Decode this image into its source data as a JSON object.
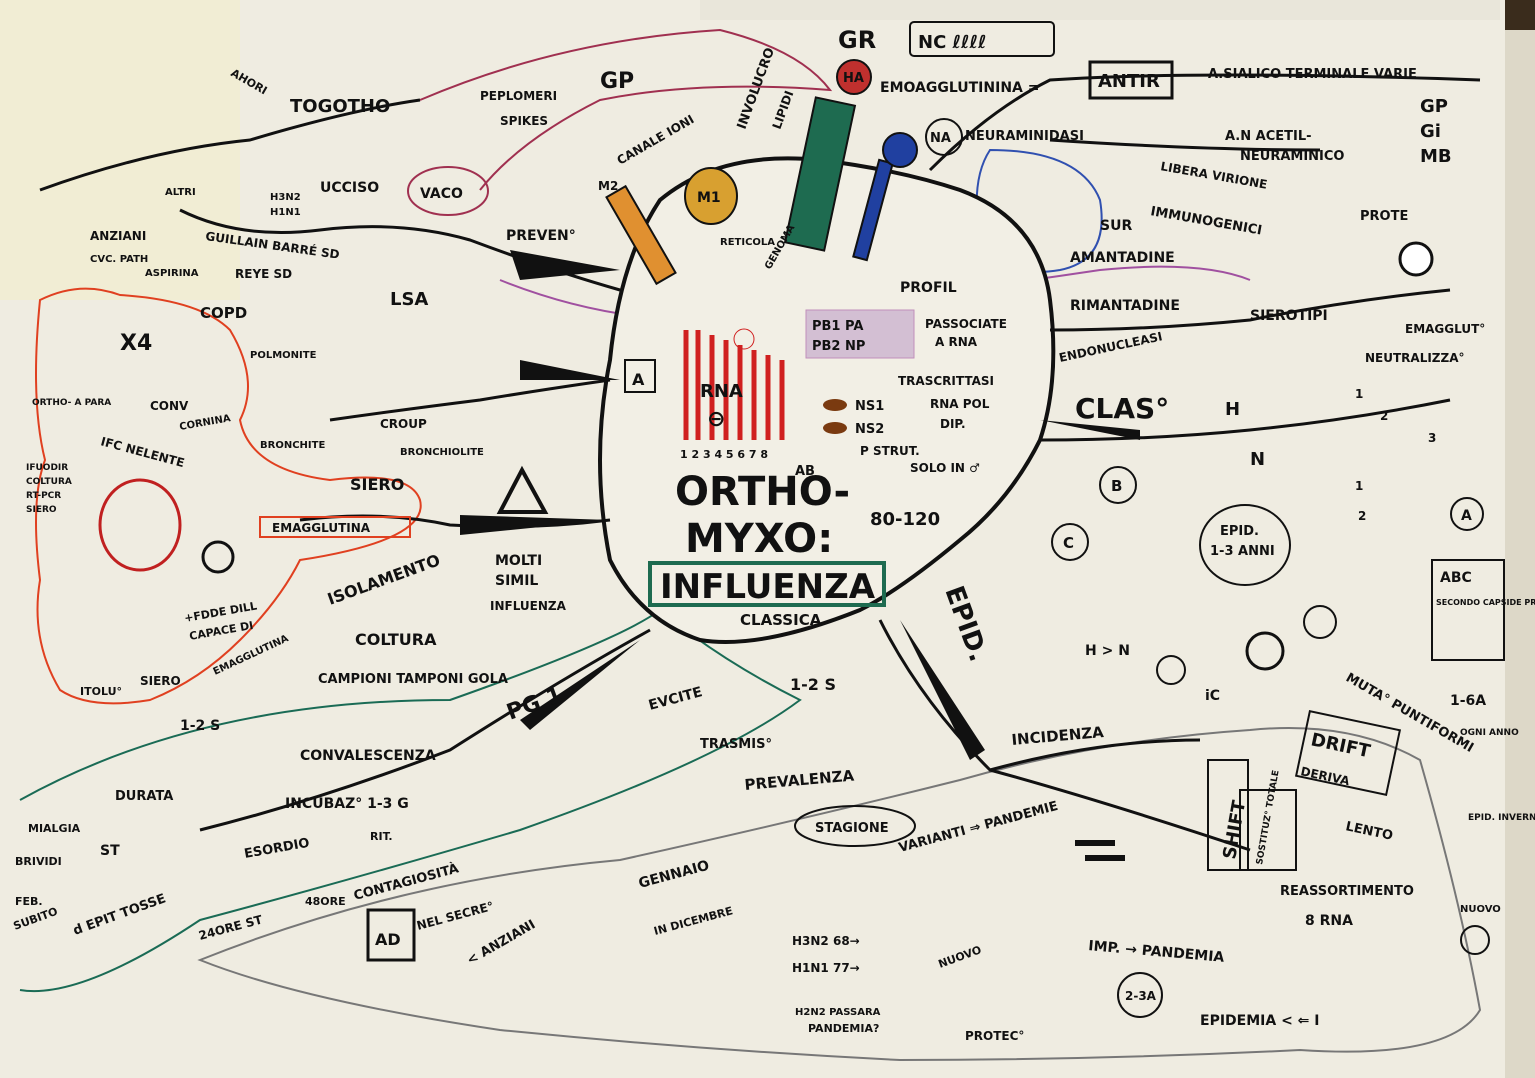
{
  "center": {
    "line1": "ORTHO-",
    "line2": "MYXO:",
    "box": "INFLUENZA",
    "sub": "CLASSICA",
    "size": "80-120"
  },
  "core": {
    "m1": "M1",
    "rna": "RNA",
    "theta": "⊖",
    "ha": "HA",
    "na": "NA",
    "gr": "GR",
    "profil": "PROFIL",
    "pb1": "PB1 PA",
    "pb2": "PB2 NP",
    "associate": "PASSOCIATE",
    "a_rna": "A RNA",
    "ns1": "NS1",
    "ns2": "NS2",
    "p_strut": "P STRUT.",
    "solo": "SOLO IN ♂",
    "trasc": "TRASCRITTASI",
    "rna_pol": "RNA POL",
    "dip": "DIP.",
    "endonucl": "ENDONUCLEASI",
    "a_box": "A",
    "ab": "AB",
    "nums": "1 2 3 4 5 6 7 8",
    "lipidi": "LIPIDI",
    "involucro": "INVOLUCRO",
    "canale": "CANALE IONI",
    "m2": "M2",
    "genoma": "GENOMA",
    "retin": "RETICOLA"
  },
  "top": {
    "nc": "NC ℓℓℓℓ",
    "emoagg": "EMOAGGLUTININA =",
    "antir": "ANTIR",
    "asialico": "A.SIALICO TERMINALE VARIE",
    "gp": "GP",
    "gi": "Gi",
    "mb": "MB",
    "neuram": "NEURAMINIDASI",
    "acetil": "A.N ACETIL-",
    "neuraminico": "NEURAMINICO",
    "libera": "LIBERA VIRIONE",
    "immuno": "IMMUNOGENICI",
    "sur": "SUR",
    "amant": "AMANTADINE",
    "rimant": "RIMANTADINE",
    "sierotipi": "SIEROTIPI",
    "prote": "PROTE",
    "emagglut": "EMAGGLUT°",
    "neutraliz": "NEUTRALIZZA°"
  },
  "left": {
    "ahori": "AHORI",
    "togotho": "TOGOTHO",
    "peplomeri": "PEPLOMERI",
    "gp2": "GP",
    "spikes": "SPIKES",
    "ucciso": "UCCISO",
    "vaco": "VACO",
    "h3n2": "H3N2",
    "h1n1": "H1N1",
    "prevent": "PREVEN°",
    "anziani": "ANZIANI",
    "altri": "ALTRI",
    "guillain": "GUILLAIN BARRÉ SD",
    "cardiopath": "CVC. PATH",
    "aspirina": "ASPIRINA",
    "reye": "REYE SD",
    "lsa": "LSA",
    "copd": "COPD",
    "polmonite": "POLMONITE",
    "x4": "X4",
    "conv": "CONV",
    "ifc": "IFC NELENTE",
    "cornina": "CORNINA",
    "orthoapara": "ORTHO- A PARA",
    "ifuodir": "IFUODIR",
    "coltura": "COLTURA",
    "rtpcr": "RT-PCR",
    "siero": "SIERO",
    "bronchite": "BRONCHITE",
    "croup": "CROUP",
    "bronchiolite": "BRONCHIOLITE",
    "sierot": "SIERO",
    "emagglutina": "EMAGGLUTINA",
    "isolamento": "ISOLAMENTO",
    "molti": "MOLTI",
    "simil": "SIMIL",
    "influenza2": "INFLUENZA",
    "coltura2": "COLTURA",
    "campioni": "CAMPIONI TAMPONI GOLA",
    "capace": "CAPACE DI",
    "fdde": "+FDDE DILL",
    "itolu": "ITOLU°",
    "siero2": "SIERO",
    "emagglutina2": "EMAGGLUTINA"
  },
  "bottom": {
    "pg": "PG 1",
    "evcite": "EVCITE",
    "r125": "1-2 S",
    "r125b": "1-2 S",
    "convalescenza": "CONVALESCENZA",
    "durata": "DURATA",
    "incubaz": "INCUBAZ° 1-3 G",
    "mialgia": "MIALGIA",
    "brividi": "BRIVIDI",
    "febbre": "FEB.",
    "subito": "SUBITO",
    "st": "ST",
    "esordio": "ESORDIO",
    "rit": "RIT.",
    "tosse": "d EPIT TOSSE",
    "ore": "24ORE ST",
    "ore48": "48ORE",
    "contagiosita": "CONTAGIOSITÀ",
    "ad": "AD",
    "nel": "NEL SECRE°",
    "anziani": "< ANZIANI",
    "trasmis": "TRASMIS°",
    "prevalenza": "PREVALENZA",
    "stagione": "STAGIONE",
    "gennaio": "GENNAIO",
    "dicembre": "IN DICEMBRE",
    "varianti": "VARIANTI ⇒ PANDEMIE",
    "h3n2": "H3N2 68→",
    "h1n1": "H1N1 77→",
    "h2n2": "H2N2 PASSARA",
    "pandemia": "PANDEMIA?",
    "nuovo": "NUOVO",
    "protec": "PROTEC°",
    "incidenza": "INCIDENZA",
    "epid": "EPID.",
    "ic": "iC",
    "mutapunt": "MUTA° PUNTIFORMI",
    "drift": "DRIFT",
    "deriva": "DERIVA",
    "lento": "LENTO",
    "shift": "SHIFT",
    "sostituz": "SOSTITUZ° TOTALE",
    "riassort": "REASSORTIMENTO",
    "rna8": "8 RNA",
    "nuovo2": "NUOVO",
    "imp": "IMP. → PANDEMIA",
    "epidemia": "EPIDEMIA < ⇐ I",
    "anni23": "2-3A",
    "hn": "H > N",
    "g16": "1-6A",
    "ogni": "OGNI ANNO",
    "epidinvern": "EPID. INVERN"
  },
  "right": {
    "clas": "CLAS°",
    "h": "H",
    "n": "N",
    "b": "B",
    "c": "C",
    "epid": "EPID.",
    "anni13": "1-3 ANNI",
    "abc": "ABC",
    "secondo": "SECONDO CAPSIDE PROTEICA",
    "a": "A",
    "n1": "1",
    "n2": "2",
    "n3": "3",
    "nlo": "1",
    "nlo2": "2"
  }
}
